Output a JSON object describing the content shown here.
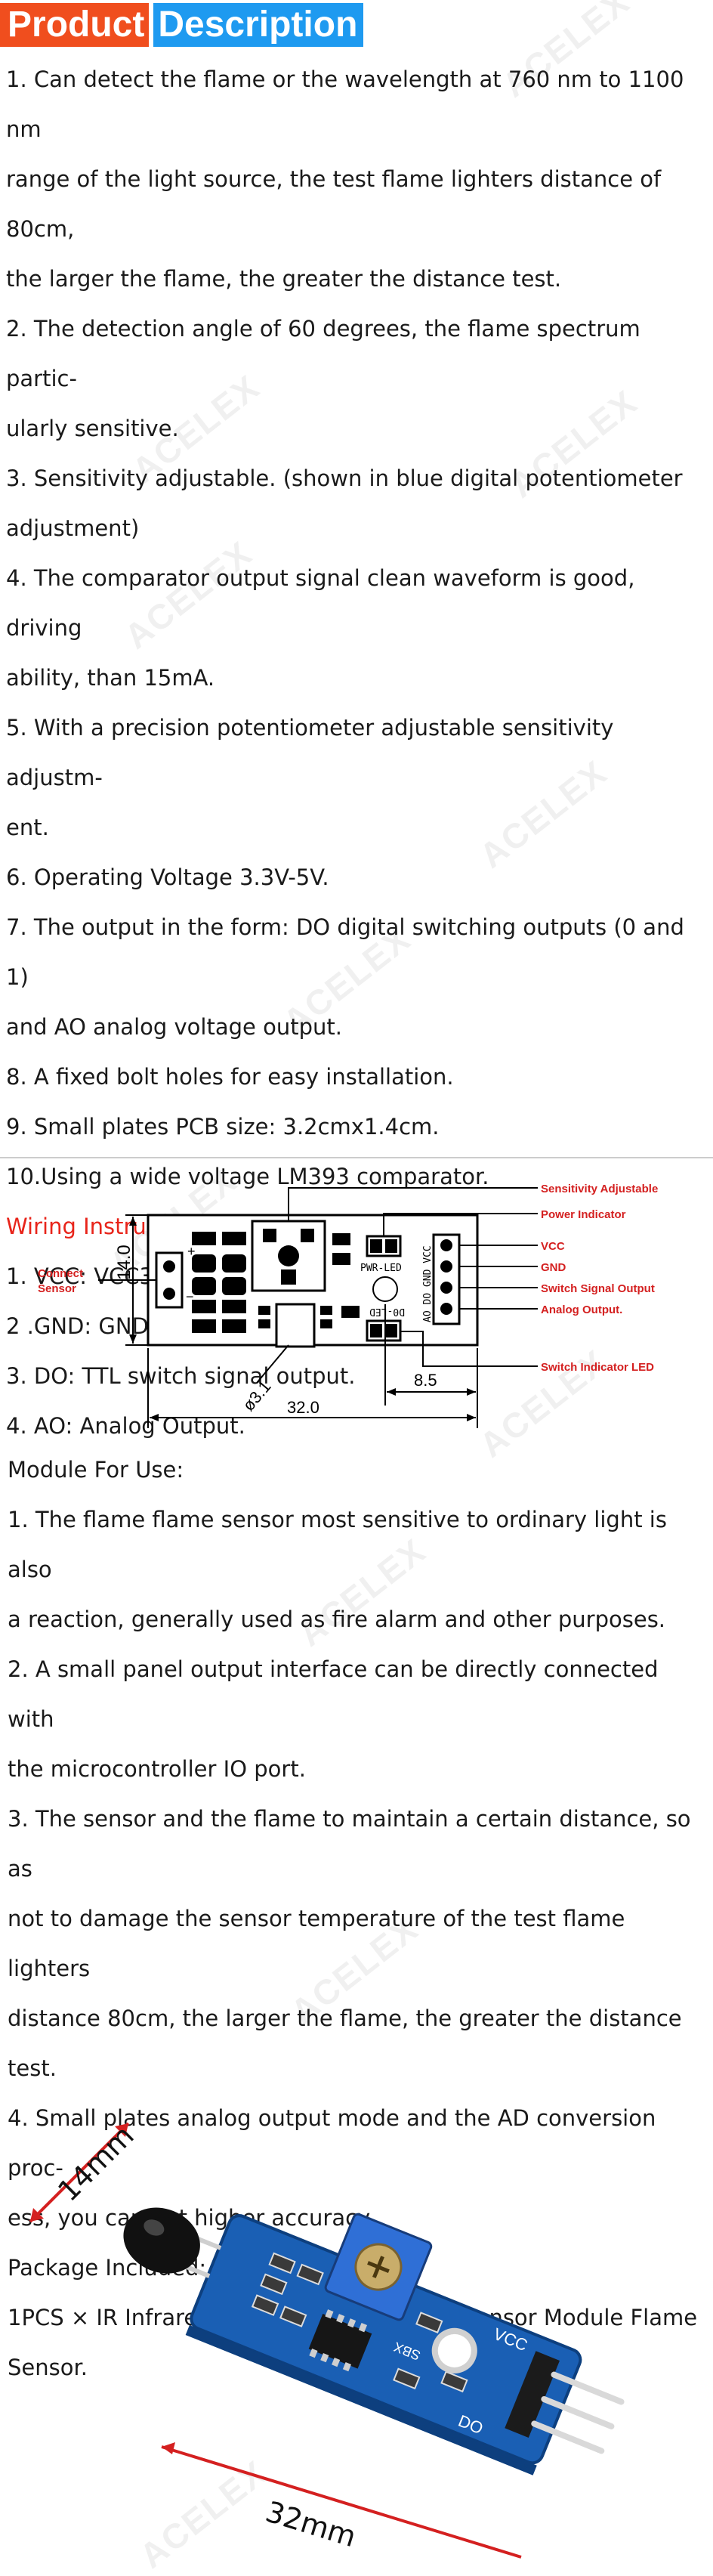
{
  "header": {
    "title_part1": "Product",
    "title_part2": "Description"
  },
  "features": [
    "1. Can detect the flame or the wavelength at 760 nm to 1100 nm",
    "range of the light source, the test flame lighters distance of 80cm,",
    "the larger the flame, the greater the distance test.",
    "2. The detection angle of 60 degrees, the flame spectrum partic-",
    "ularly sensitive.",
    "3. Sensitivity adjustable. (shown in blue digital potentiometer",
    "adjustment)",
    "4. The comparator output signal clean waveform is good, driving",
    "ability, than 15mA.",
    "5. With a precision potentiometer adjustable sensitivity adjustm-",
    "ent.",
    "6. Operating Voltage 3.3V-5V.",
    "7. The output in the form: DO digital switching outputs (0 and 1)",
    "and AO analog voltage output.",
    "8. A fixed bolt holes for easy installation.",
    "9. Small plates PCB size: 3.2cmx1.4cm.",
    "10.Using a wide voltage LM393 comparator."
  ],
  "wiring": {
    "heading": "Wiring Instructions:",
    "items": [
      "1. VCC: VCC3.3-5V.",
      "2 .GND: GND.",
      "3. DO: TTL switch signal output.",
      "4. AO: Analog Output."
    ]
  },
  "diagram": {
    "labels": {
      "sensitivity": "Sensitivity Adjustable",
      "power": "Power Indicator",
      "vcc": "VCC",
      "gnd": "GND",
      "switch_out": "Switch Signal Output",
      "analog_out": "Analog Output.",
      "switch_led": "Switch Indicator LED",
      "connect": "Connect",
      "sensor": "Sensor"
    },
    "dims": {
      "height": "14.0",
      "hole": "ø3.1",
      "offset": "8.5",
      "width": "32.0"
    },
    "pcb_text": {
      "pwr_led": "PWR-LED",
      "do_led": "D0-LED",
      "pins": "AO DO GND VCC",
      "plus": "+",
      "minus": "−"
    }
  },
  "usage": {
    "heading": "Module For Use:",
    "lines": [
      "1. The flame flame sensor most sensitive to ordinary light is also",
      "a reaction, generally used as fire alarm and other purposes.",
      "2. A small panel output interface can be directly connected with",
      "the microcontroller IO port.",
      "3. The sensor and the flame to maintain a certain distance, so as",
      "not to damage the sensor temperature of the test flame lighters",
      "distance 80cm, the larger the flame, the greater the distance test.",
      "4. Small plates analog output mode and the AD conversion proc-",
      "ess, you can get higher accuracy."
    ]
  },
  "package": {
    "heading": "Package Included:",
    "lines": [
      "1PCS × IR Infrared Wire Flame Detection Sensor Module Flame",
      "Sensor."
    ]
  },
  "photo": {
    "dim_height": "14mm",
    "dim_width": "32mm",
    "board_text_sbx": "SBX",
    "board_text_vcc": "VCC",
    "board_text_do": "DO"
  },
  "watermark": "ACELEX",
  "colors": {
    "title_orange": "#f04e1e",
    "title_blue": "#1e9af0",
    "wiring_red": "#e8241a",
    "label_red": "#d42020",
    "pcb_blue": "#1a5fb4"
  }
}
